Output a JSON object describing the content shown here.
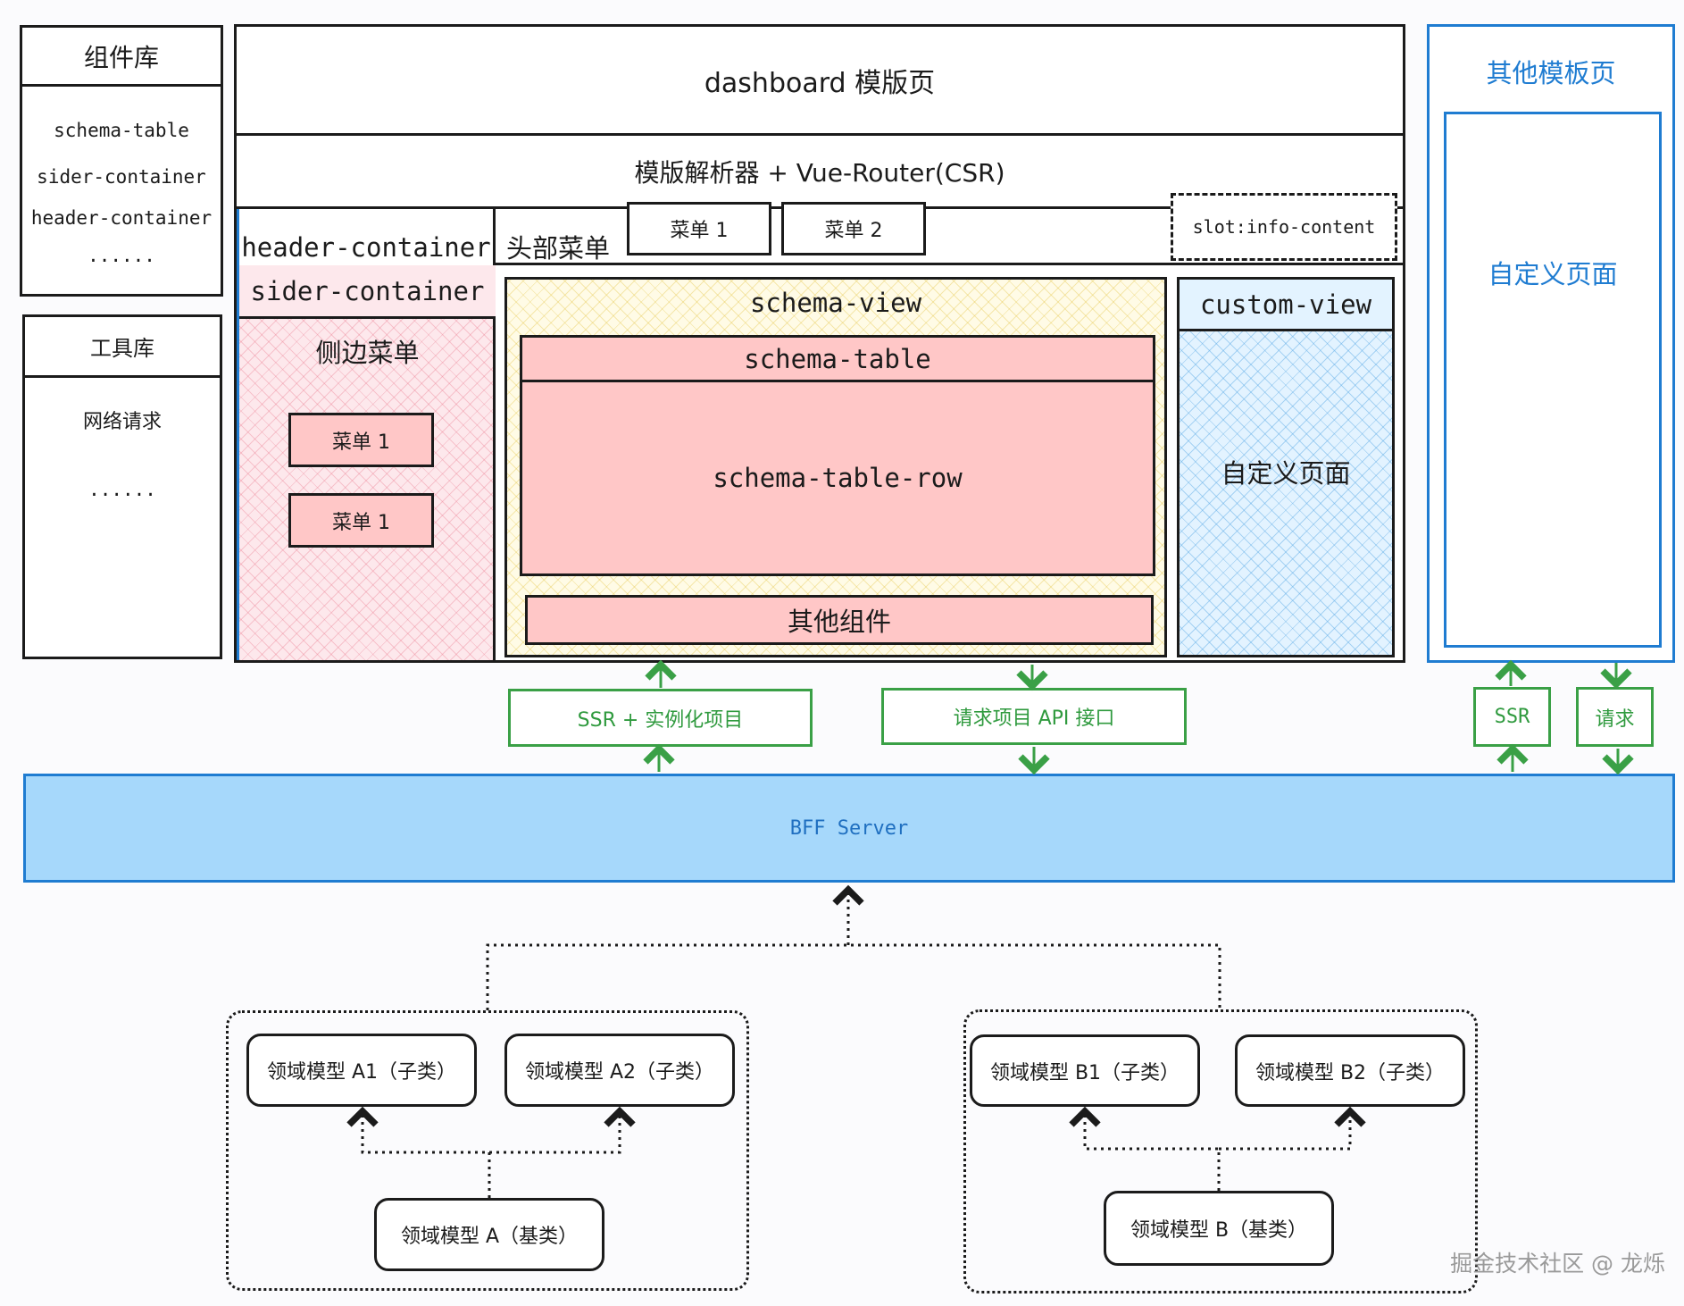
{
  "component_lib": {
    "title": "组件库",
    "items": [
      "schema-table",
      "sider-container",
      "header-container",
      "......"
    ]
  },
  "tool_lib": {
    "title": "工具库",
    "items": [
      "网络请求",
      "......"
    ]
  },
  "dashboard": {
    "title": "dashboard 模版页",
    "parser": "模版解析器 + Vue-Router(CSR)",
    "header_container": "header-container",
    "header_menu_label": "头部菜单",
    "header_menus": [
      "菜单 1",
      "菜单 2"
    ],
    "slot": "slot:info-content",
    "sider_container": "sider-container",
    "side_menu_label": "侧边菜单",
    "side_menus": [
      "菜单 1",
      "菜单 1"
    ],
    "schema_view": "schema-view",
    "schema_table": "schema-table",
    "schema_table_row": "schema-table-row",
    "other_components": "其他组件",
    "custom_view": "custom-view",
    "custom_page": "自定义页面"
  },
  "other_templates": {
    "title": "其他模板页",
    "custom_page": "自定义页面"
  },
  "connectors": {
    "ssr_instantiate": "SSR + 实例化项目",
    "request_api": "请求项目 API 接口",
    "ssr": "SSR",
    "request": "请求"
  },
  "bff": {
    "label": "BFF Server"
  },
  "models": {
    "a1": "领域模型 A1（子类）",
    "a2": "领域模型 A2（子类）",
    "a_base": "领域模型 A（基类）",
    "b1": "领域模型 B1（子类）",
    "b2": "领域模型 B2（子类）",
    "b_base": "领域模型 B（基类）"
  },
  "watermark": "掘金技术社区 @ 龙烁",
  "colors": {
    "green": "#3aa046",
    "blue": "#1f7cd1",
    "bff_fill": "#a6d8fb",
    "pink": "#ffc7c7"
  }
}
